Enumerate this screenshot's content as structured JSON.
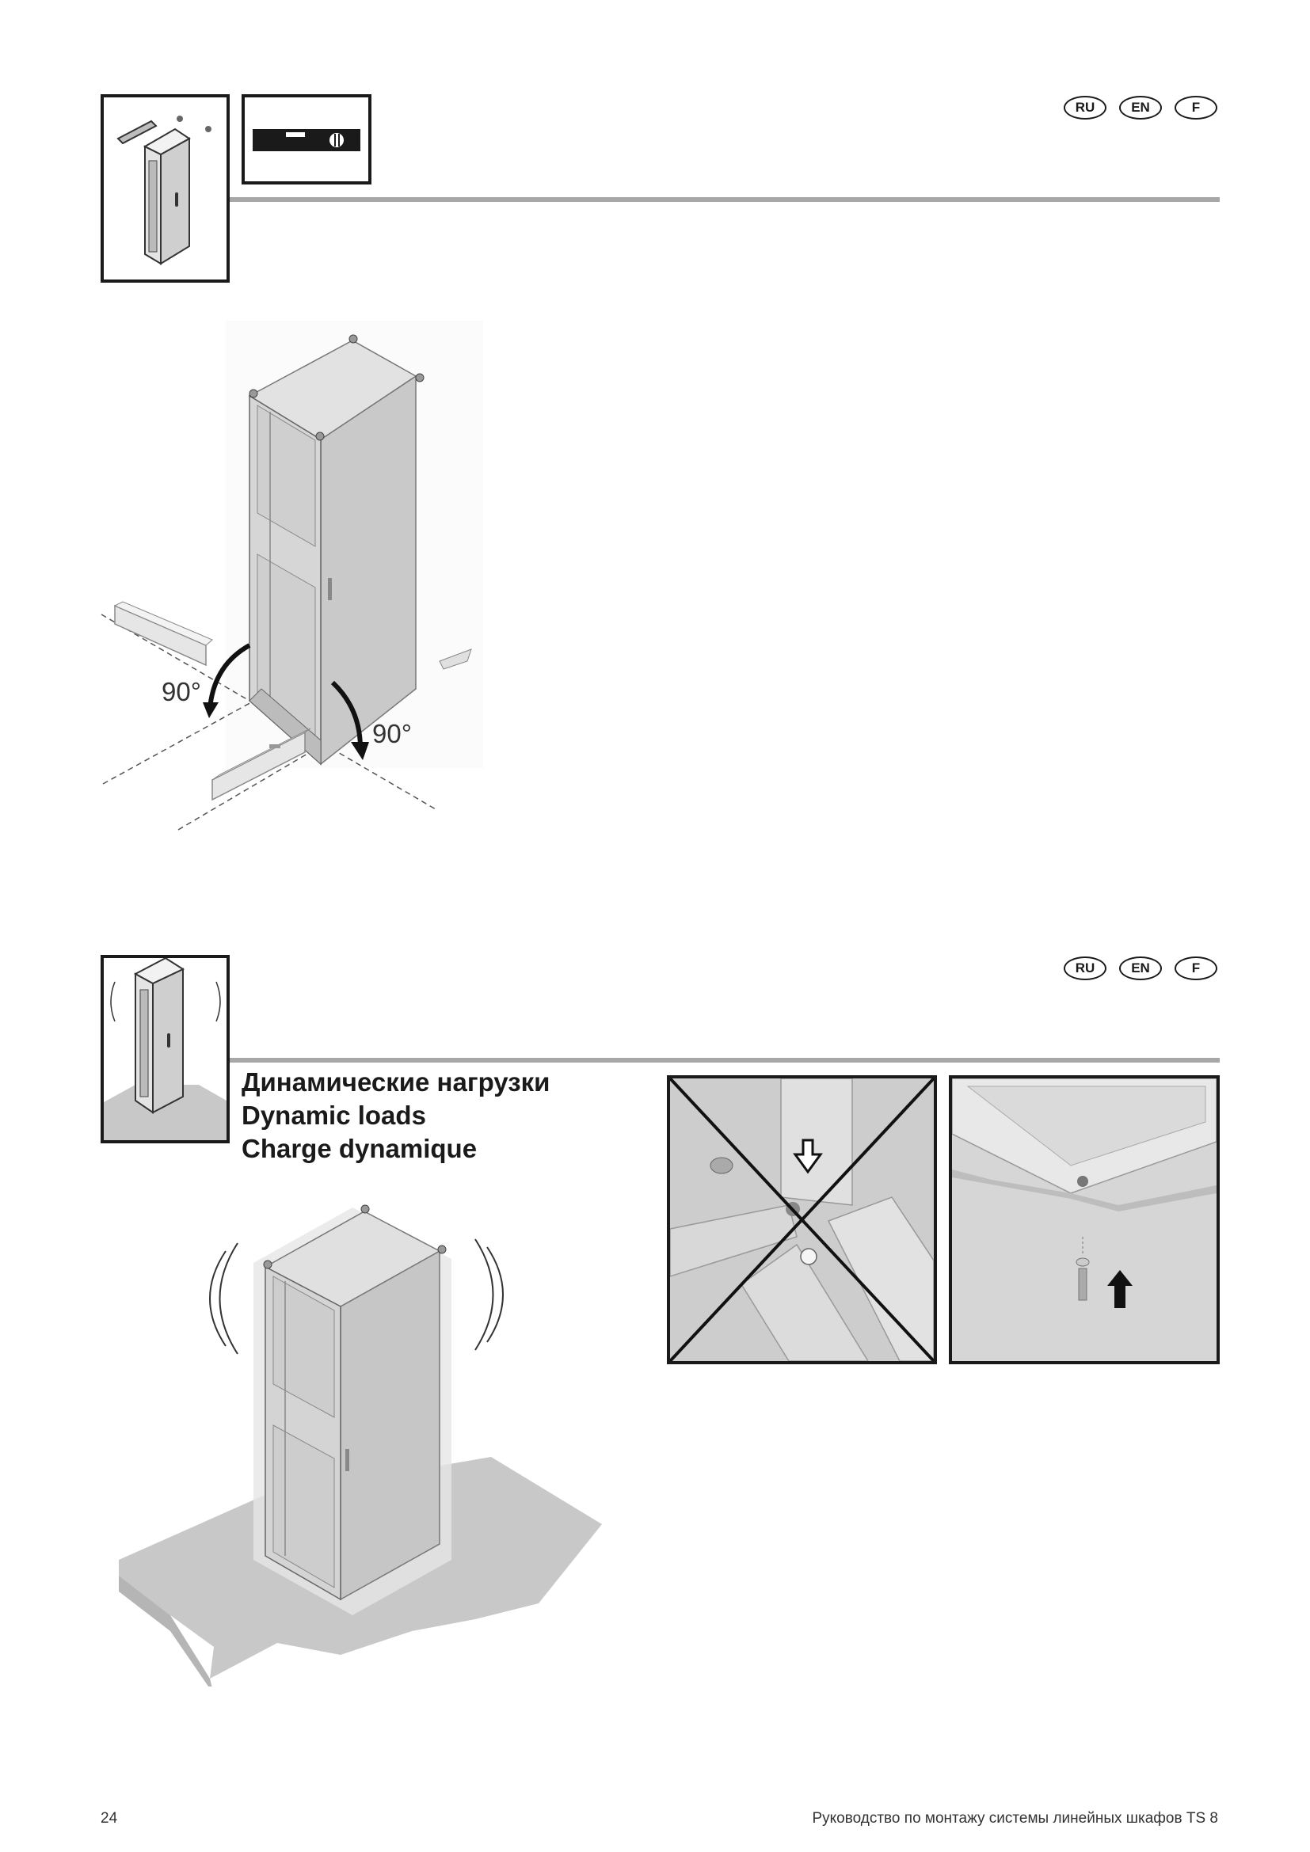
{
  "section1": {
    "languages": [
      "RU",
      "EN",
      "F"
    ],
    "angle_left": "90°",
    "angle_right": "90°"
  },
  "section2": {
    "languages": [
      "RU",
      "EN",
      "F"
    ],
    "heading_ru": "Динамические нагрузки",
    "heading_en": "Dynamic loads",
    "heading_fr": "Charge dynamique"
  },
  "footer": {
    "page_number": "24",
    "title": "Руководство по монтажу системы линейных шкафов TS 8"
  }
}
